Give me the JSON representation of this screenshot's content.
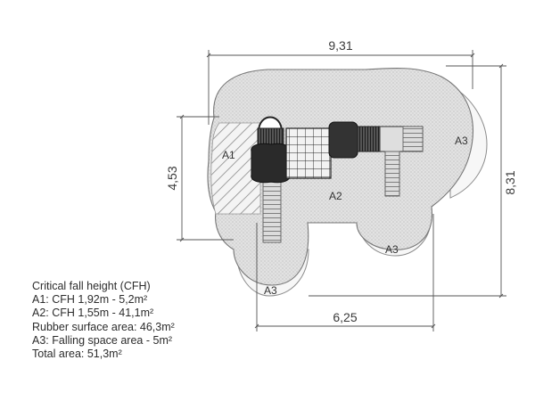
{
  "dimensions": {
    "top_width": "9,31",
    "left_height": "4,53",
    "right_height": "8,31",
    "bottom_width": "6,25"
  },
  "zones": {
    "a1": "A1",
    "a2": "A2",
    "a3_right": "A3",
    "a3_bottom_right": "A3",
    "a3_bottom_left": "A3"
  },
  "legend": {
    "title": "Critical fall height (CFH)",
    "line1": "A1: CFH 1,92m - 5,2m²",
    "line2": "A2: CFH 1,55m - 41,1m²",
    "line3": "Rubber surface area: 46,3m²",
    "line4": "A3: Falling space area - 5m²",
    "line5": "Total area: 51,3m²"
  }
}
